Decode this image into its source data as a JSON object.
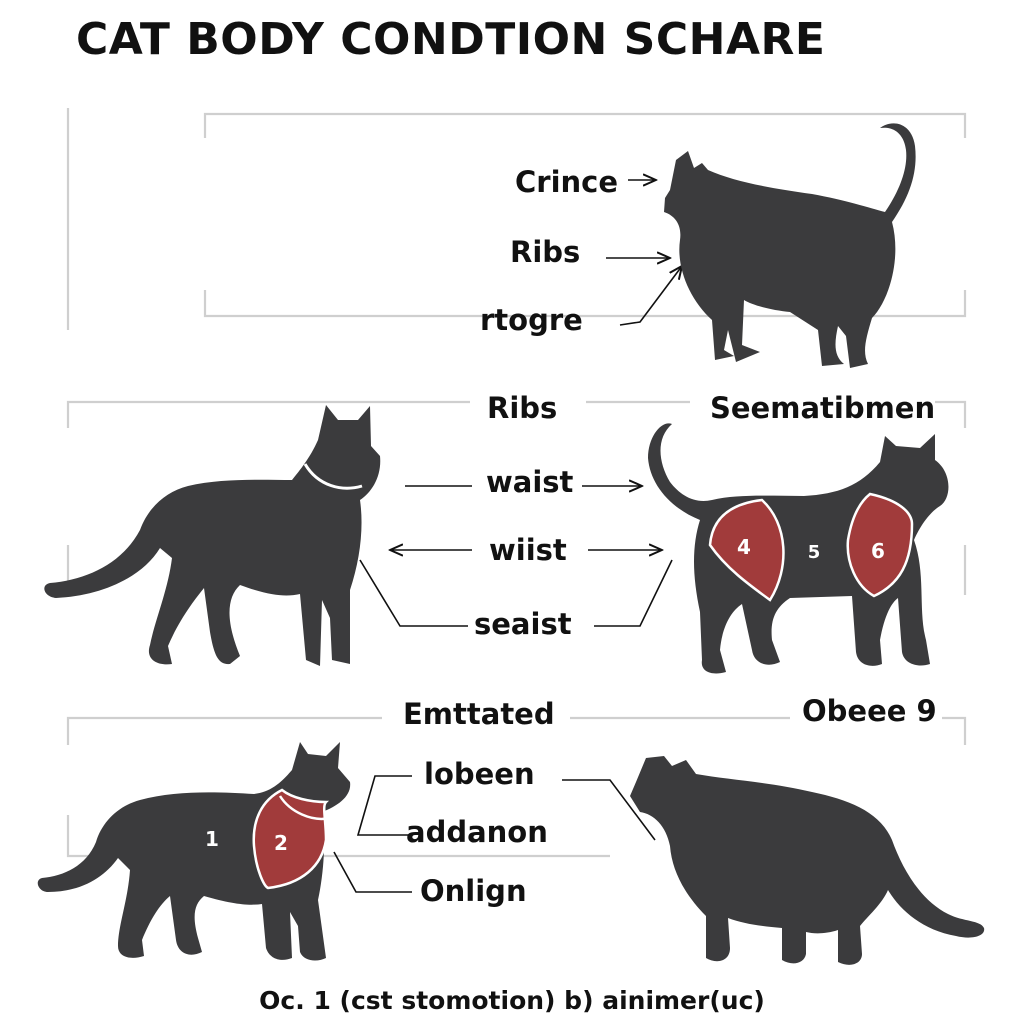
{
  "title": "CAT  BODY  CONDTION SCHARE",
  "footer": "Oc. 1 (cst stomotion) b) ainimer(uc)",
  "labels": {
    "crince": "Crince",
    "ribs_top": "Ribs",
    "rtogre": "rtogre",
    "ribs_mid": "Ribs",
    "seematibmen": "Seematibmen",
    "waist": "waist",
    "wiist": "wiist",
    "seaist": "seaist",
    "emttated": "Emttated",
    "obeee": "Obeee 9",
    "iobeen": "lobeen",
    "addanon": "addanon",
    "onlign": "Onlign"
  },
  "zone_numbers": {
    "four": "4",
    "five": "5",
    "six": "6",
    "one": "1",
    "two": "2"
  },
  "colors": {
    "cat_silhouette": "#3b3b3d",
    "zone_fill": "#a13b3b",
    "frame_line": "#cfcfcf"
  }
}
